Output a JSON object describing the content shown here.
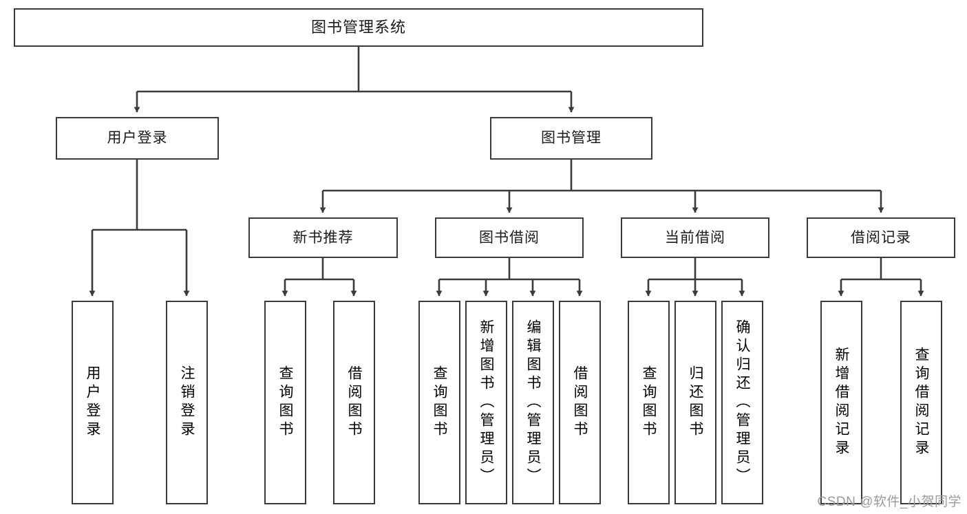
{
  "diagram": {
    "title": "图书管理系统",
    "watermark": "CSDN @软件_小贺同学",
    "line_color": "#3a3a3a",
    "box_fill": "#ffffff",
    "text_color": "#1b1b1b",
    "watermark_color": "#9b9b9b",
    "type": "tree-hierarchy",
    "root": {
      "label": "图书管理系统"
    },
    "level2": [
      {
        "label": "用户登录"
      },
      {
        "label": "图书管理"
      }
    ],
    "level3": [
      {
        "label": "新书推荐"
      },
      {
        "label": "图书借阅"
      },
      {
        "label": "当前借阅"
      },
      {
        "label": "借阅记录"
      }
    ],
    "leaves": {
      "user_login": [
        {
          "label": "用户登录"
        },
        {
          "label": "注销登录"
        }
      ],
      "new_book": [
        {
          "label": "查询图书"
        },
        {
          "label": "借阅图书"
        }
      ],
      "book_borrow": [
        {
          "label": "查询图书"
        },
        {
          "label": "新增图书（管理员）"
        },
        {
          "label": "编辑图书（管理员）"
        },
        {
          "label": "借阅图书"
        }
      ],
      "current_borrow": [
        {
          "label": "查询图书"
        },
        {
          "label": "归还图书"
        },
        {
          "label": "确认归还（管理员）"
        }
      ],
      "borrow_record": [
        {
          "label": "新增借阅记录"
        },
        {
          "label": "查询借阅记录"
        }
      ]
    }
  }
}
